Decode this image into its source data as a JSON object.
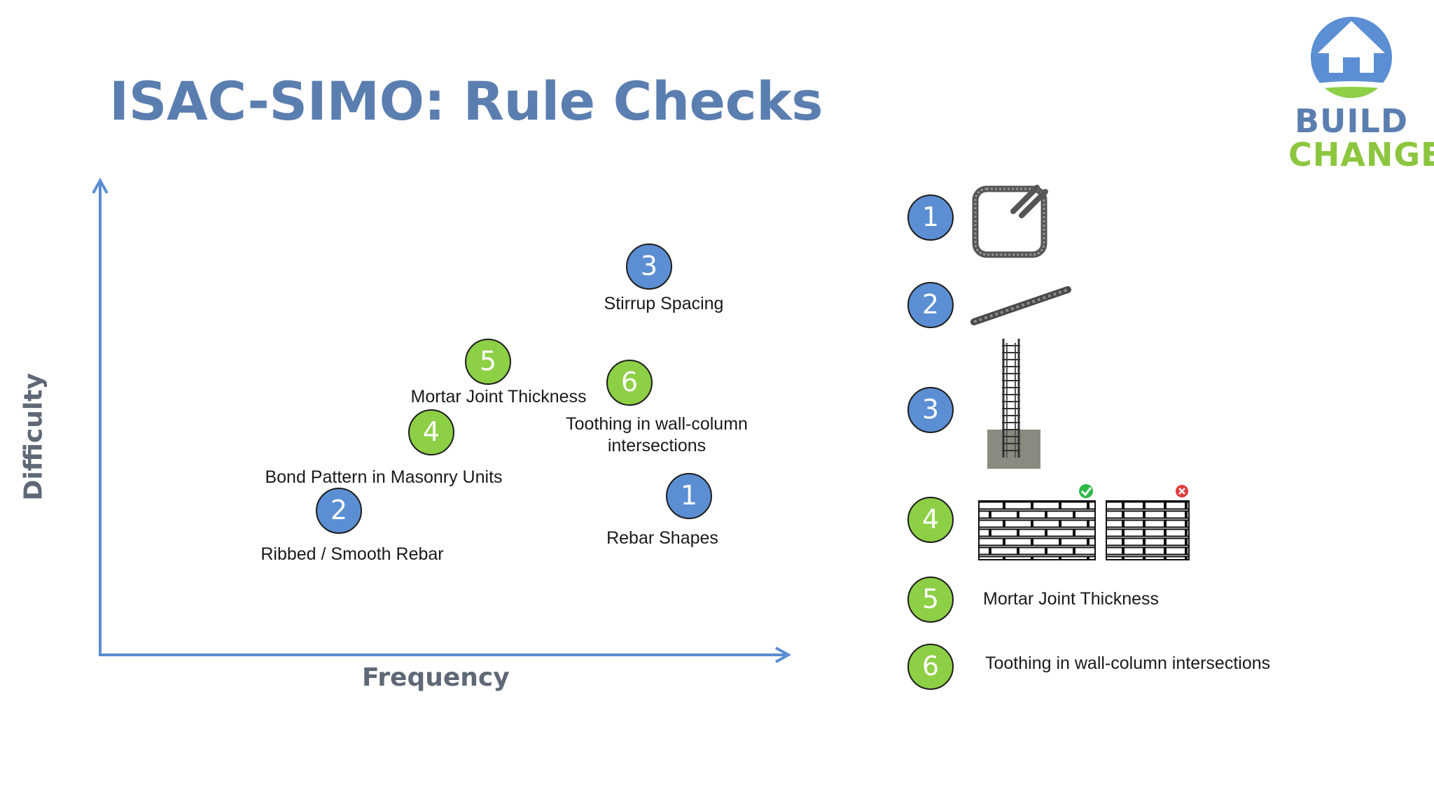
{
  "title": "ISAC-SIMO: Rule Checks",
  "logo": {
    "line1": "BUILD",
    "line2": "CHANGE"
  },
  "axes": {
    "x_label": "Frequency",
    "y_label": "Difficulty"
  },
  "points": [
    {
      "number": "1",
      "label": "Rebar Shapes",
      "color": "#5b8ed3"
    },
    {
      "number": "2",
      "label": "Ribbed /  Smooth Rebar",
      "color": "#5b8ed3"
    },
    {
      "number": "3",
      "label": "Stirrup Spacing",
      "color": "#5b8ed3"
    },
    {
      "number": "4",
      "label": "Bond Pattern in Masonry Units",
      "color": "#8dcf45"
    },
    {
      "number": "5",
      "label": "Mortar Joint Thickness",
      "color": "#8dcf45"
    },
    {
      "number": "6",
      "label_line1": "Toothing in wall-column",
      "label_line2": "intersections",
      "color": "#8dcf45"
    }
  ],
  "legend": [
    {
      "number": "1",
      "visual": "stirrup-image"
    },
    {
      "number": "2",
      "visual": "rebar-image"
    },
    {
      "number": "3",
      "visual": "column-cage-image"
    },
    {
      "number": "4",
      "visual": "brick-bond-images"
    },
    {
      "number": "5",
      "text": "Mortar Joint Thickness"
    },
    {
      "number": "6",
      "text": "Toothing in wall-column intersections"
    }
  ],
  "colors": {
    "blue": "#5b8ed3",
    "green": "#8dcf45",
    "axis": "#5b8ed3",
    "title": "#5b7eb0"
  }
}
